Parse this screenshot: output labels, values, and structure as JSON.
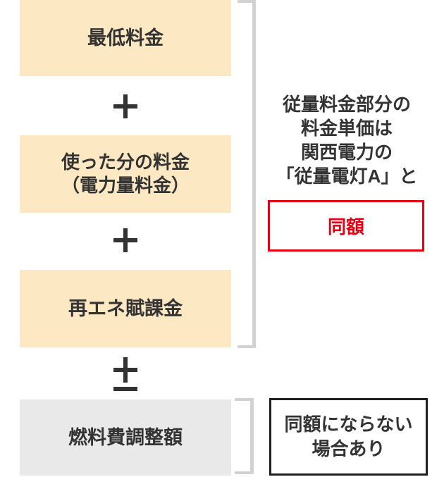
{
  "formula": {
    "box_minimum": "最低料金",
    "box_energy": "使った分の料金\n（電力量料金）",
    "box_renewable": "再エネ賦課金",
    "box_fuel": "燃料費調整額",
    "operator_1": "+",
    "operator_2": "+",
    "operator_3": "±"
  },
  "notes": {
    "metered": {
      "body": "従量料金部分の\n料金単価は\n関西電力の\n「従量電灯A」と",
      "badge": "同額"
    },
    "fuel": {
      "body": "同額にならない\n場合あり"
    }
  },
  "colors": {
    "charge_box_bg": "#fce8c2",
    "fuel_box_bg": "#e9e9e9",
    "bracket": "#d2d2d2",
    "text": "#333333",
    "badge_red": "#e60012",
    "note_border": "#1f1f1f"
  }
}
